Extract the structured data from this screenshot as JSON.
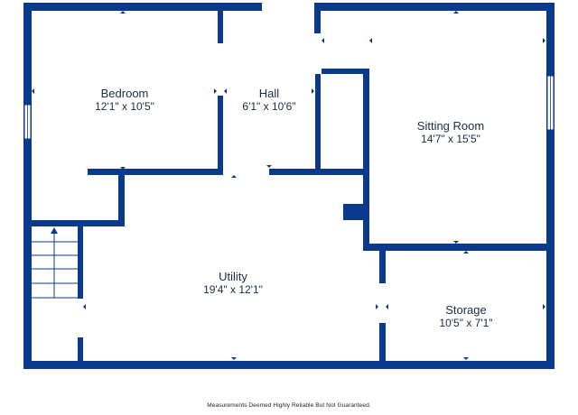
{
  "colors": {
    "wall": "#0b3a8c",
    "text": "#1f2a44",
    "marker": "#0b3a8c",
    "background": "#ffffff"
  },
  "rooms": {
    "bedroom": {
      "name": "Bedroom",
      "dims": "12'1\" x 10'5\""
    },
    "hall": {
      "name": "Hall",
      "dims": "6'1\" x 10'6\""
    },
    "sitting": {
      "name": "Sitting Room",
      "dims": "14'7\" x 15'5\""
    },
    "utility": {
      "name": "Utility",
      "dims": "19'4\" x 12'1\""
    },
    "storage": {
      "name": "Storage",
      "dims": "10'5\" x 7'1\""
    }
  },
  "footer": {
    "note": "Measurements Deemed Highly Reliable But Not Guaranteed."
  }
}
